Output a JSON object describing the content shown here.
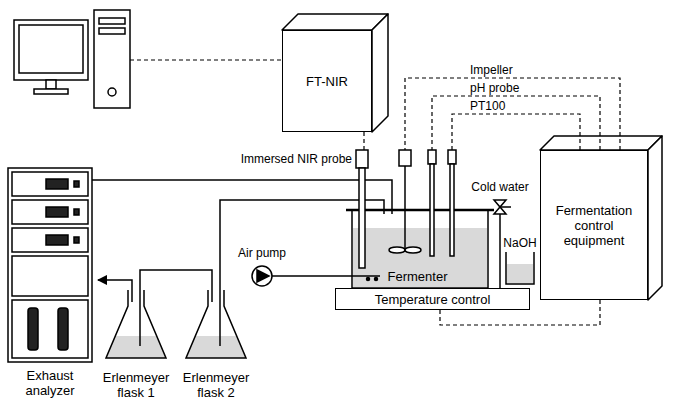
{
  "diagram": {
    "nodes": [
      {
        "text": [
          "FT-NIR"
        ]
      },
      {
        "text": [
          "Exhaust analyzer"
        ]
      },
      {
        "text": [
          "Erlenmeyer flask 1"
        ]
      },
      {
        "text": [
          "Erlenmeyer flask 2"
        ]
      },
      {
        "text": [
          "Fermenter"
        ]
      },
      {
        "text": [
          "Temperature control"
        ]
      },
      {
        "text": [
          "Fermentation control equipment"
        ]
      }
    ],
    "edges": [
      {
        "from": 0,
        "to": 4,
        "arrow": "none"
      },
      {
        "from": 1,
        "to": 4,
        "arrow": "none"
      },
      {
        "from": 4,
        "to": 3,
        "arrow": "none"
      },
      {
        "from": 3,
        "to": 2,
        "arrow": "none"
      },
      {
        "from": 6,
        "to": 4,
        "label": "Impeller",
        "arrow": "none"
      },
      {
        "from": 6,
        "to": 4,
        "label": "pH probe",
        "arrow": "none"
      },
      {
        "from": 6,
        "to": 4,
        "label": "PT100",
        "arrow": "none"
      },
      {
        "from": 6,
        "to": 5,
        "arrow": "none"
      }
    ],
    "labels": [
      "Immersed NIR probe",
      "Air pump",
      "Cold water",
      "NaOH"
    ]
  }
}
